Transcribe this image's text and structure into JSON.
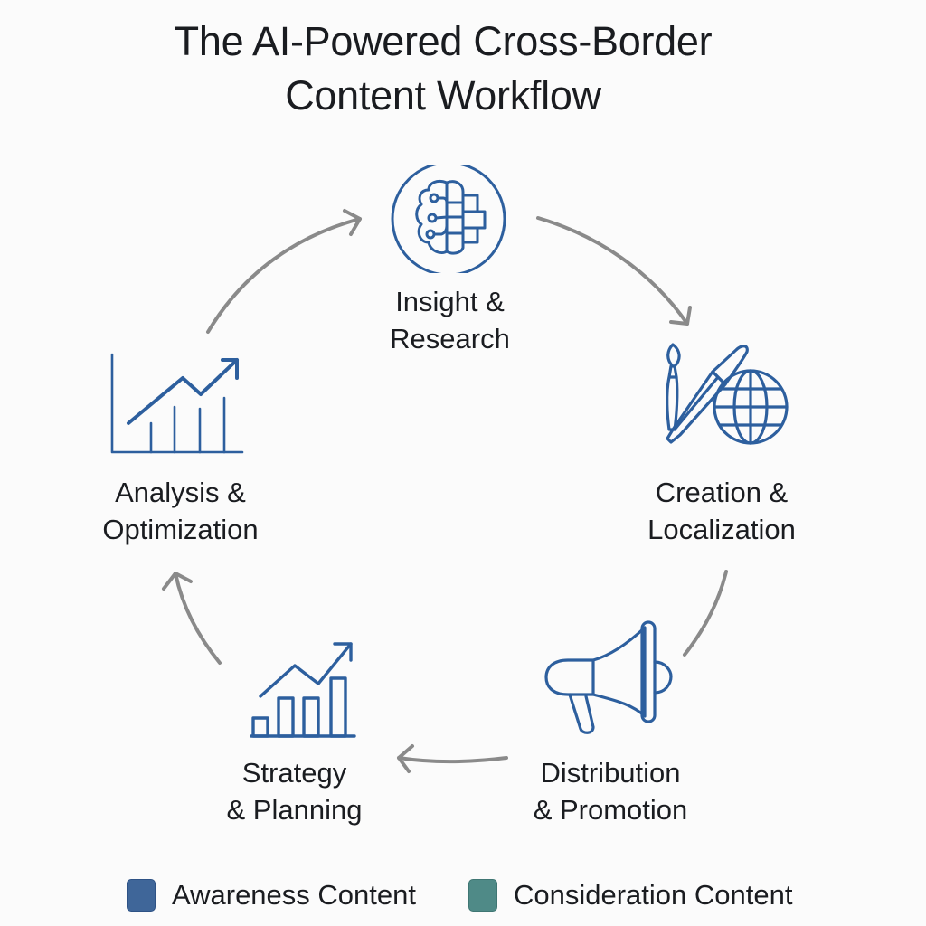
{
  "title": {
    "line1": "The AI-Powered Cross-Border",
    "line2": "Content Workflow"
  },
  "colors": {
    "icon_stroke": "#2d5f9e",
    "arrow": "#8a8a8a",
    "awareness": "#3f6699",
    "consideration": "#4f8a87"
  },
  "stages": [
    {
      "id": "insight",
      "line1": "Insight &",
      "line2": "Research",
      "icon": "brain-circuit-icon"
    },
    {
      "id": "creation",
      "line1": "Creation &",
      "line2": "Localization",
      "icon": "brush-pen-globe-icon"
    },
    {
      "id": "distribution",
      "line1": "Distribution",
      "line2": "& Promotion",
      "icon": "megaphone-icon"
    },
    {
      "id": "strategy",
      "line1": "Strategy",
      "line2": "& Planning",
      "icon": "bar-chart-growth-icon"
    },
    {
      "id": "analysis",
      "line1": "Analysis &",
      "line2": "Optimization",
      "icon": "line-chart-growth-icon"
    }
  ],
  "legend": [
    {
      "label": "Awareness Content",
      "color": "#3f6699"
    },
    {
      "label": "Consideration Content",
      "color": "#4f8a87"
    }
  ]
}
